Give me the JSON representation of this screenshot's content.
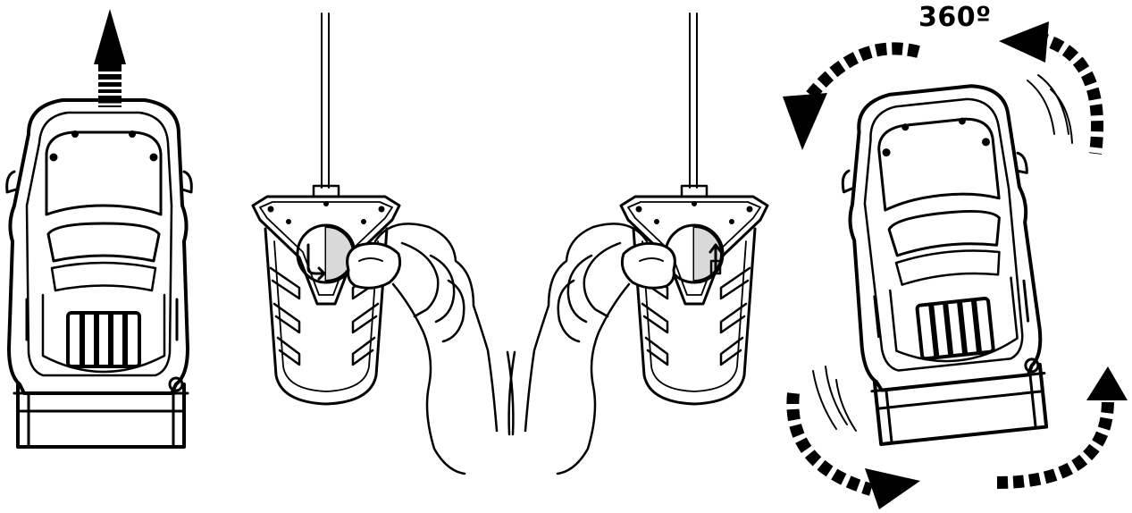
{
  "diagram": {
    "rotation_label": "360º",
    "panels": [
      {
        "id": "forward",
        "control": "forward-button",
        "motion": "forward"
      },
      {
        "id": "spin",
        "control": "turn-button",
        "motion": "360 spin"
      }
    ]
  }
}
